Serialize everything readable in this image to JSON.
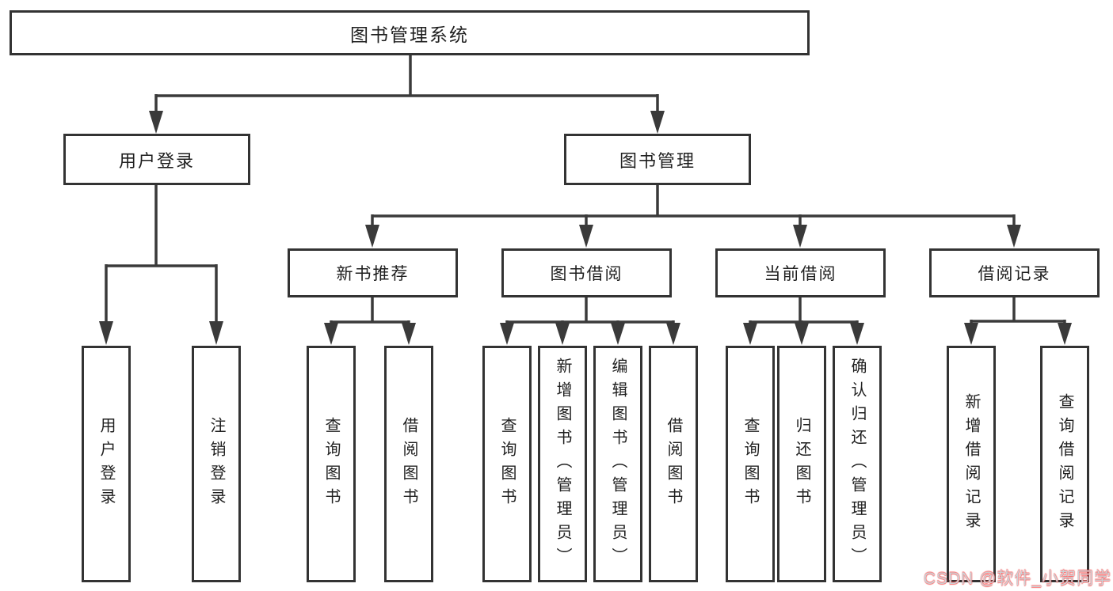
{
  "diagram": {
    "root": {
      "label": "图书管理系统"
    },
    "user_branch": {
      "label": "用户登录",
      "children": [
        {
          "label": "用户登录"
        },
        {
          "label": "注销登录"
        }
      ]
    },
    "book_branch": {
      "label": "图书管理",
      "modules": [
        {
          "label": "新书推荐",
          "children": [
            {
              "label": "查询图书"
            },
            {
              "label": "借阅图书"
            }
          ]
        },
        {
          "label": "图书借阅",
          "children": [
            {
              "label": "查询图书"
            },
            {
              "label": "新增图书（管理员）"
            },
            {
              "label": "编辑图书（管理员）"
            },
            {
              "label": "借阅图书"
            }
          ]
        },
        {
          "label": "当前借阅",
          "children": [
            {
              "label": "查询图书"
            },
            {
              "label": "归还图书"
            },
            {
              "label": "确认归还（管理员）"
            }
          ]
        },
        {
          "label": "借阅记录",
          "children": [
            {
              "label": "新增借阅记录"
            },
            {
              "label": "查询借阅记录"
            }
          ]
        }
      ]
    }
  },
  "watermark": {
    "text": "CSDN @软件_小贺同学"
  },
  "colors": {
    "line": "#3a3a3a",
    "box_border": "#333333",
    "box_background": "#ffffff",
    "text": "#1f1f1f",
    "canvas": "#ffffff",
    "watermark_text": "#ccd2d6",
    "watermark_glow": "#fa5151"
  }
}
